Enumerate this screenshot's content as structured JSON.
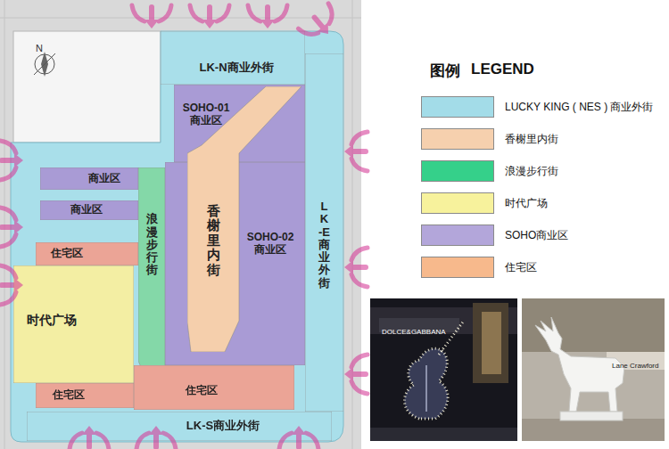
{
  "diagram": {
    "nodes": [
      {
        "text": [
          "LK-N商业外街"
        ]
      },
      {
        "text": [
          "SOHO-01 商业区"
        ]
      },
      {
        "text": [
          "商业区"
        ]
      },
      {
        "text": [
          "商业区"
        ]
      },
      {
        "text": [
          "浪漫步行街"
        ]
      },
      {
        "text": [
          "香榭里内街"
        ]
      },
      {
        "text": [
          "SOHO-02 商业区"
        ]
      },
      {
        "text": [
          "LK-E商业外街"
        ]
      },
      {
        "text": [
          "住宅区"
        ]
      },
      {
        "text": [
          "时代广场"
        ]
      },
      {
        "text": [
          "住宅区"
        ]
      },
      {
        "text": [
          "住宅区"
        ]
      },
      {
        "text": [
          "LK-S商业外街"
        ]
      }
    ],
    "labels": [
      "N",
      "图例",
      "LEGEND",
      "DOLCE&GABBANA",
      "Lane Crawford"
    ],
    "legend": [
      {
        "text": "LUCKY KING ( NES ) 商业外街",
        "color": "#a3dce8"
      },
      {
        "text": "香榭里内街",
        "color": "#f6d0ae"
      },
      {
        "text": "浪漫步行街",
        "color": "#35d08a"
      },
      {
        "text": "时代广场",
        "color": "#f7f29c"
      },
      {
        "text": "SOHO商业区",
        "color": "#b3a6da"
      },
      {
        "text": "住宅区",
        "color": "#f7b98c"
      }
    ]
  }
}
